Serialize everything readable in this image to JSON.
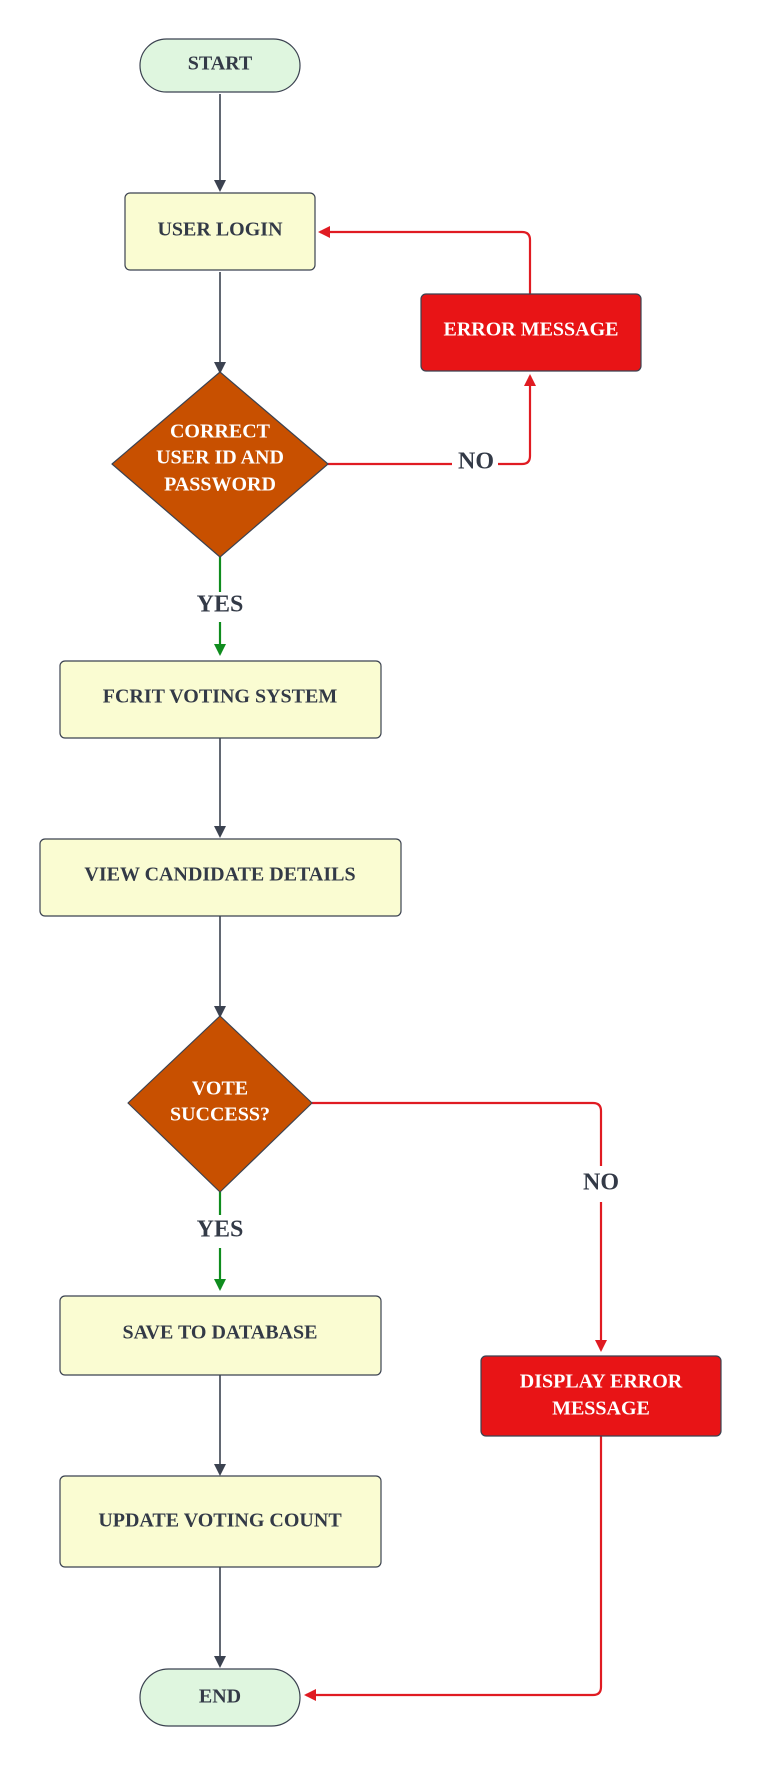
{
  "colors": {
    "terminal_fill": "#dff6df",
    "process_fill": "#fafcd2",
    "decision_fill": "#c85000",
    "error_fill": "#e81416",
    "dark_text": "#333a47",
    "light_text": "#ffffff",
    "connector": "#3b4250",
    "no_path": "#e01b22",
    "yes_path": "#0f8c1e"
  },
  "nodes": {
    "start": {
      "lines": [
        "START"
      ]
    },
    "user_login": {
      "lines": [
        "USER LOGIN"
      ]
    },
    "error_message_1": {
      "lines": [
        "ERROR MESSAGE"
      ]
    },
    "credentials_check": {
      "lines": [
        "CORRECT",
        "USER ID AND",
        "PASSWORD"
      ]
    },
    "voting_system": {
      "lines": [
        "FCRIT VOTING SYSTEM"
      ]
    },
    "view_candidates": {
      "lines": [
        "VIEW CANDIDATE DETAILS"
      ]
    },
    "vote_check": {
      "lines": [
        "VOTE",
        "SUCCESS?"
      ]
    },
    "save_database": {
      "lines": [
        "SAVE TO DATABASE"
      ]
    },
    "display_error": {
      "lines": [
        "DISPLAY ERROR",
        "MESSAGE"
      ]
    },
    "update_count": {
      "lines": [
        "UPDATE VOTING COUNT"
      ]
    },
    "end": {
      "lines": [
        "END"
      ]
    }
  },
  "edge_labels": {
    "credentials_yes": "YES",
    "credentials_no": "NO",
    "vote_yes": "YES",
    "vote_no": "NO"
  }
}
